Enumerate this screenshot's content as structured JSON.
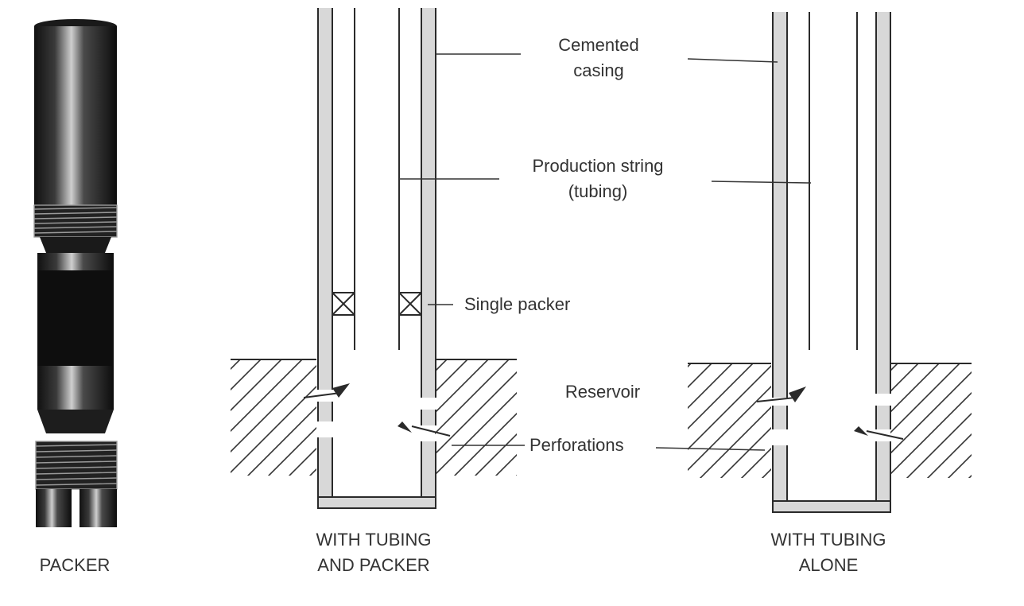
{
  "labels": {
    "cemented_casing_line1": "Cemented",
    "cemented_casing_line2": "casing",
    "production_string_line1": "Production string",
    "production_string_line2": "(tubing)",
    "single_packer": "Single packer",
    "reservoir": "Reservoir",
    "perforations": "Perforations"
  },
  "captions": {
    "packer": "PACKER",
    "with_tubing_and_packer_line1": "WITH TUBING",
    "with_tubing_and_packer_line2": "AND PACKER",
    "with_tubing_alone_line1": "WITH TUBING",
    "with_tubing_alone_line2": "ALONE"
  },
  "colors": {
    "ink": "#2a2a2a",
    "text": "#333333",
    "casing_fill": "#d8d8d8",
    "background": "#ffffff"
  }
}
